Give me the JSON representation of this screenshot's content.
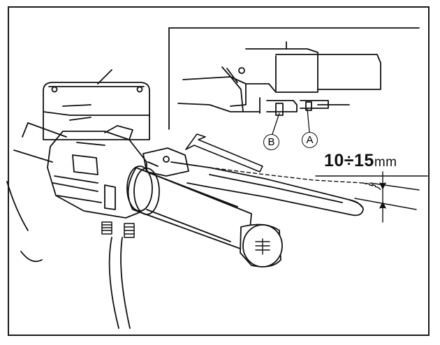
{
  "labels": {
    "callout_a": "A",
    "callout_b": "B",
    "gap_value": "10÷15",
    "gap_unit": "mm"
  },
  "colors": {
    "ink": "#111111",
    "paper": "#ffffff"
  }
}
